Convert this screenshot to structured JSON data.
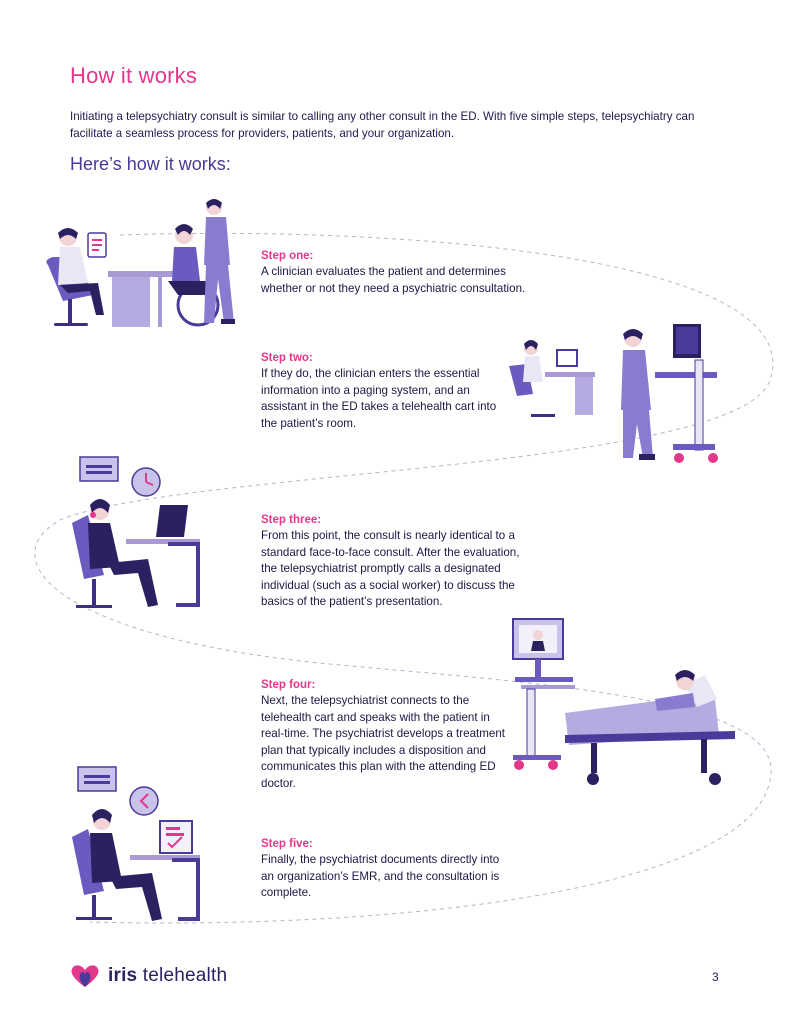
{
  "page": {
    "title": "How it works",
    "intro": "Initiating a telepsychiatry consult is similar to calling any other consult in the ED. With five simple steps, telepsychiatry can facilitate a seamless process for providers, patients, and your organization.",
    "subtitle": "Here’s how it works:"
  },
  "steps": [
    {
      "label": "Step one:",
      "text": "A clinician evaluates the patient and determines whether or not they need a psychiatric consultation."
    },
    {
      "label": "Step two:",
      "text": "If they do, the clinician enters the essential information into a paging system, and an assistant in the ED takes a telehealth cart into the patient’s room."
    },
    {
      "label": "Step three:",
      "text": "From this point, the consult is nearly identical to a standard face-to-face consult. After the evaluation, the telepsychiatrist promptly calls a designated individual (such as a social worker) to discuss the basics of the patient’s presentation."
    },
    {
      "label": "Step four:",
      "text": "Next, the telepsychiatrist connects to the telehealth cart and speaks with the patient in real-time. The psychiatrist develops a treatment plan that typically includes a disposition and communicates this plan with the attending ED doctor."
    },
    {
      "label": "Step five:",
      "text": "Finally, the psychiatrist documents directly into an organization’s EMR, and the consultation is complete."
    }
  ],
  "footer": {
    "brand_bold": "iris",
    "brand_rest": " telehealth",
    "page_number": "3"
  },
  "colors": {
    "accent_pink": "#e3378b",
    "navy": "#2b2160",
    "purple": "#4a3a99",
    "lavender": "#a99ad6"
  },
  "icons": [
    "iris-logo-icon",
    "clinic-scene-illustration",
    "telehealth-cart-illustration",
    "phone-call-illustration",
    "hospital-bed-illustration",
    "documenting-illustration",
    "clock-icon",
    "wall-vent-icon"
  ]
}
